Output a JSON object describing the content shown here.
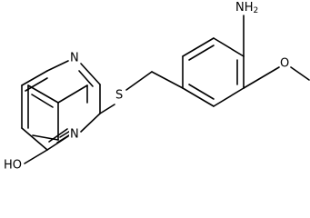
{
  "molecule": {
    "atoms": {
      "n3": "N",
      "n1": "N",
      "s": "S",
      "oh": "HO",
      "nh2_main": "NH",
      "nh2_sub": "2",
      "ome": "O"
    }
  },
  "colors": {
    "bond": "#000000",
    "label": "#000000",
    "background": "#ffffff"
  }
}
